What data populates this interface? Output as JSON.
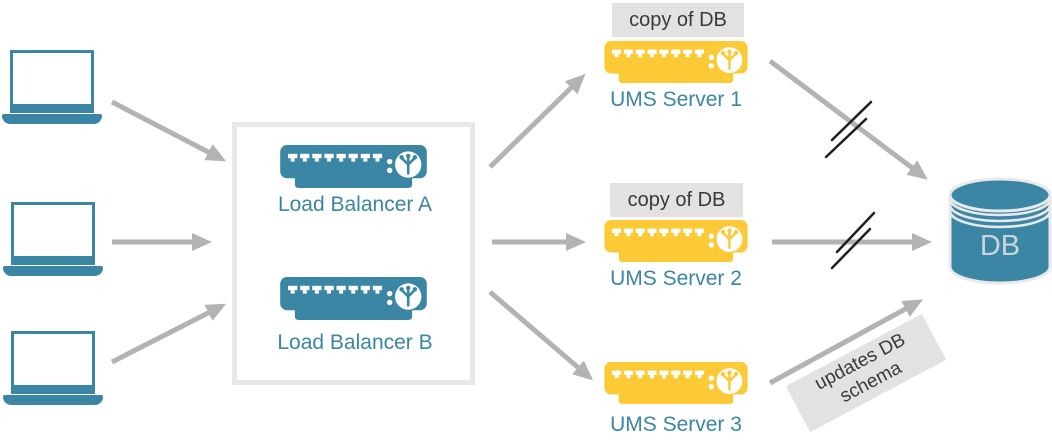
{
  "colors": {
    "teal": "#3a86a4",
    "yellow": "#fcc937",
    "arrow_gray": "#b3b3b3",
    "label_bg": "#e2e2e2",
    "label_text": "#3a3a3a",
    "box_border": "#e8e8e8",
    "cyl_stroke": "#e9e9e9",
    "db_text": "#ccd5d9",
    "slash_black": "#1f1f1f"
  },
  "load_balancer_box": {
    "items": [
      {
        "label": "Load Balancer A"
      },
      {
        "label": "Load Balancer B"
      }
    ]
  },
  "ums_servers": [
    {
      "label": "UMS Server 1",
      "badge": "copy of DB"
    },
    {
      "label": "UMS Server 2",
      "badge": "copy of DB"
    },
    {
      "label": "UMS Server 3"
    }
  ],
  "database": {
    "label": "DB"
  },
  "annotations": {
    "schema_note": "updates DB schema"
  }
}
